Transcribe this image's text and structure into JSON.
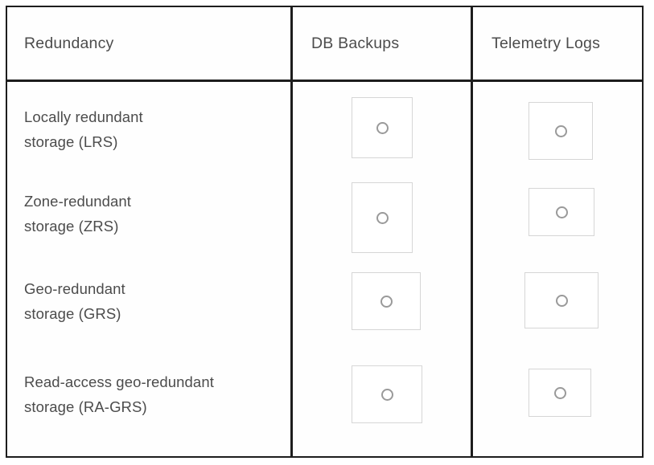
{
  "table": {
    "columns": [
      {
        "id": "redundancy",
        "label": "Redundancy"
      },
      {
        "id": "db-backups",
        "label": "DB Backups"
      },
      {
        "id": "telemetry-logs",
        "label": "Telemetry Logs"
      }
    ],
    "rows": [
      {
        "id": "lrs",
        "label_line1": "Locally redundant",
        "label_line2": "storage (LRS)",
        "db_backups": {
          "control": "radio",
          "selected": false
        },
        "telemetry_logs": {
          "control": "radio",
          "selected": false
        }
      },
      {
        "id": "zrs",
        "label_line1": "Zone-redundant",
        "label_line2": "storage (ZRS)",
        "db_backups": {
          "control": "radio",
          "selected": false
        },
        "telemetry_logs": {
          "control": "radio",
          "selected": false
        }
      },
      {
        "id": "grs",
        "label_line1": "Geo-redundant",
        "label_line2": "storage (GRS)",
        "db_backups": {
          "control": "radio",
          "selected": false
        },
        "telemetry_logs": {
          "control": "radio",
          "selected": false
        }
      },
      {
        "id": "ra-grs",
        "label_line1": "Read-access geo-redundant",
        "label_line2": "storage (RA-GRS)",
        "db_backups": {
          "control": "radio",
          "selected": false
        },
        "telemetry_logs": {
          "control": "radio",
          "selected": false
        }
      }
    ]
  },
  "colors": {
    "border": "#1d1d1d",
    "text": "#4c4c4c",
    "option_box_border": "#d6d6d6",
    "radio_border": "#9a9a9a",
    "background": "#ffffff"
  }
}
